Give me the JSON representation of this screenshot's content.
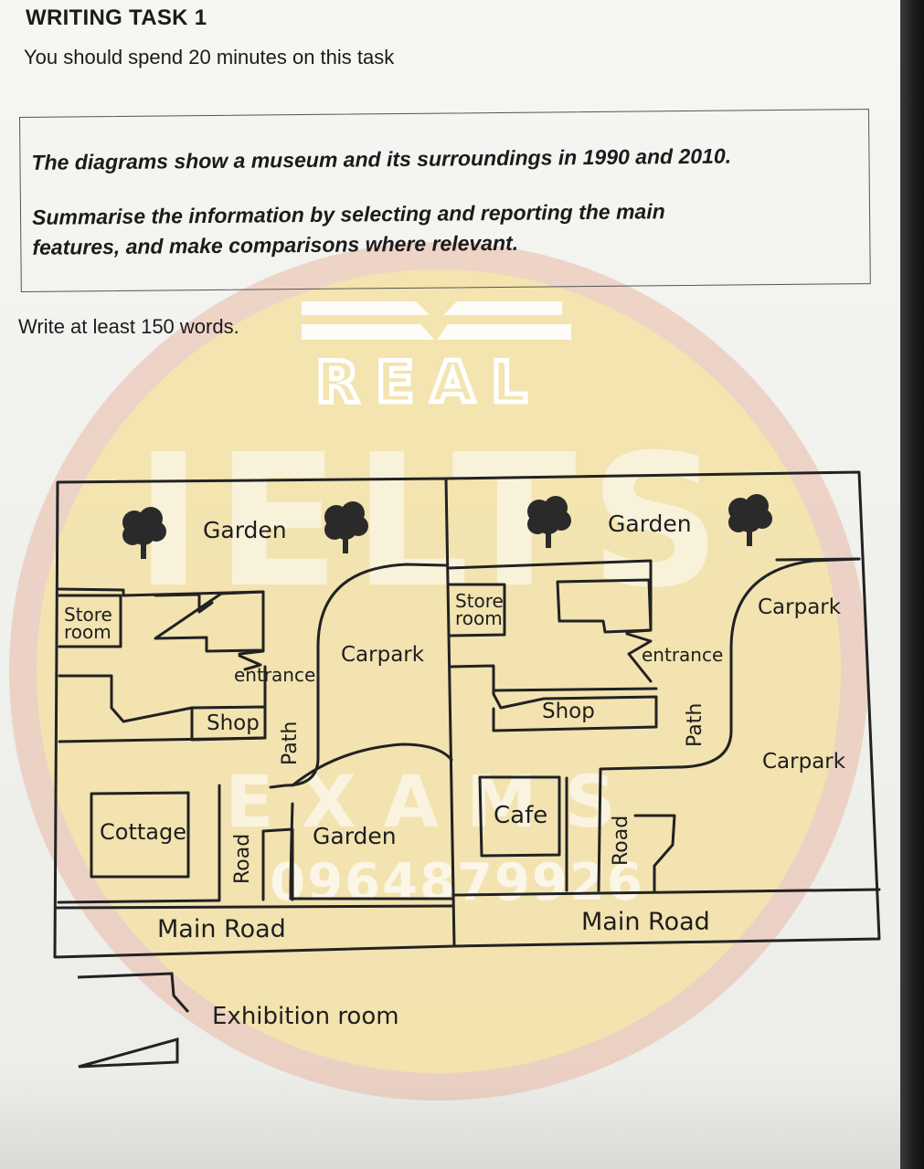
{
  "header": {
    "title": "WRITING TASK 1",
    "time_note": "You should spend 20 minutes on this task"
  },
  "prompt": {
    "line1": "The diagrams show a museum and its surroundings in 1990 and 2010.",
    "line2": "Summarise the information by selecting and reporting the main",
    "line3": "features, and make comparisons where relevant."
  },
  "word_count_note": "Write at least 150 words.",
  "watermark": {
    "brand_top": "REAL",
    "brand_main": "IELTS",
    "brand_sub": "EXAMS",
    "phone": "0964879926"
  },
  "map_1990": {
    "garden_top": "Garden",
    "store_room_line1": "Store",
    "store_room_line2": "room",
    "entrance": "entrance",
    "carpark": "Carpark",
    "shop": "Shop",
    "path": "Path",
    "cottage": "Cottage",
    "road": "Road",
    "garden_bottom": "Garden",
    "main_road": "Main Road"
  },
  "map_2010": {
    "garden_top": "Garden",
    "store_room_line1": "Store",
    "store_room_line2": "room",
    "carpark_top": "Carpark",
    "entrance": "entrance",
    "shop": "Shop",
    "path": "Path",
    "carpark_bottom": "Carpark",
    "cafe": "Cafe",
    "road": "Road",
    "main_road": "Main Road"
  },
  "legend": {
    "exhibition_room": "Exhibition room"
  },
  "colors": {
    "watermark_yellow": "#f3e6a8",
    "watermark_ring": "#e8b8a4",
    "ink": "#1e1e1e"
  }
}
